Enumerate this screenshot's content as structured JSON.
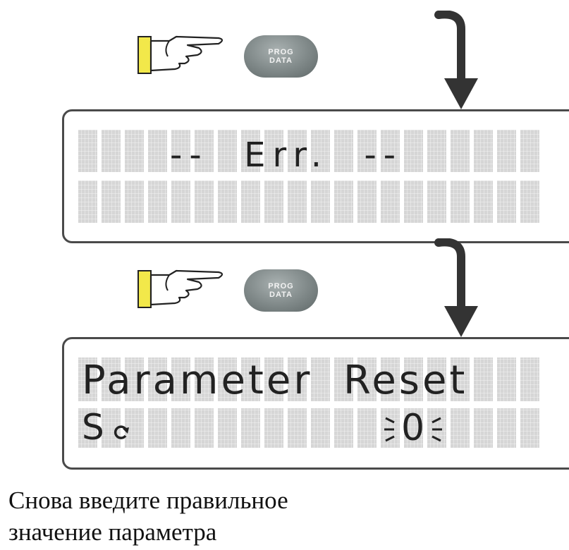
{
  "step1": {
    "key": {
      "line1": "PROG",
      "line2": "DATA"
    },
    "display": {
      "line1": "--  Err.  --"
    }
  },
  "step2": {
    "key": {
      "line1": "PROG",
      "line2": "DATA"
    },
    "display": {
      "line1": "Parameter  Reset",
      "line2_left": "S",
      "line2_right": "0"
    }
  },
  "caption": {
    "line1": "Снова введите правильное",
    "line2": "значение параметра"
  }
}
